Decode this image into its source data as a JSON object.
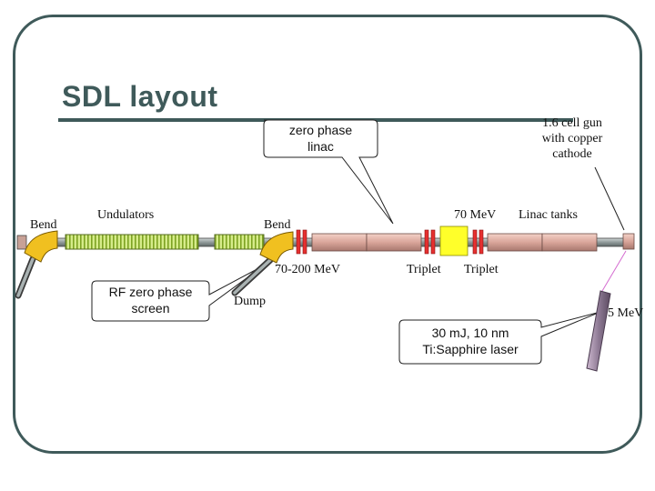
{
  "slide": {
    "title": "SDL layout"
  },
  "callouts": {
    "linac": {
      "line1": "zero phase",
      "line2": "linac"
    },
    "screen": {
      "line1": "RF zero phase",
      "line2": "screen"
    },
    "laser": {
      "line1": "30 mJ, 10 nm",
      "line2": "Ti:Sapphire laser"
    }
  },
  "labels": {
    "gun": {
      "line1": "1.6 cell gun",
      "line2": "with copper",
      "line3": "cathode"
    },
    "bend_left": "Bend",
    "undulators": "Undulators",
    "bend_mid": "Bend",
    "energy_70": "70 MeV",
    "linac_tanks": "Linac tanks",
    "energy_range": "70-200 MeV",
    "triplet_1": "Triplet",
    "triplet_2": "Triplet",
    "dump": "Dump",
    "energy_gun": "5 MeV"
  },
  "colors": {
    "frame": "#3f5a5a",
    "linac_tank": "#d9a59a",
    "undulator": "#b5d84a",
    "triplet": "#e53030",
    "yellow_module": "#ffff2a",
    "bend_magnet": "#f0c020",
    "laser_rod": "#8e7a94"
  }
}
